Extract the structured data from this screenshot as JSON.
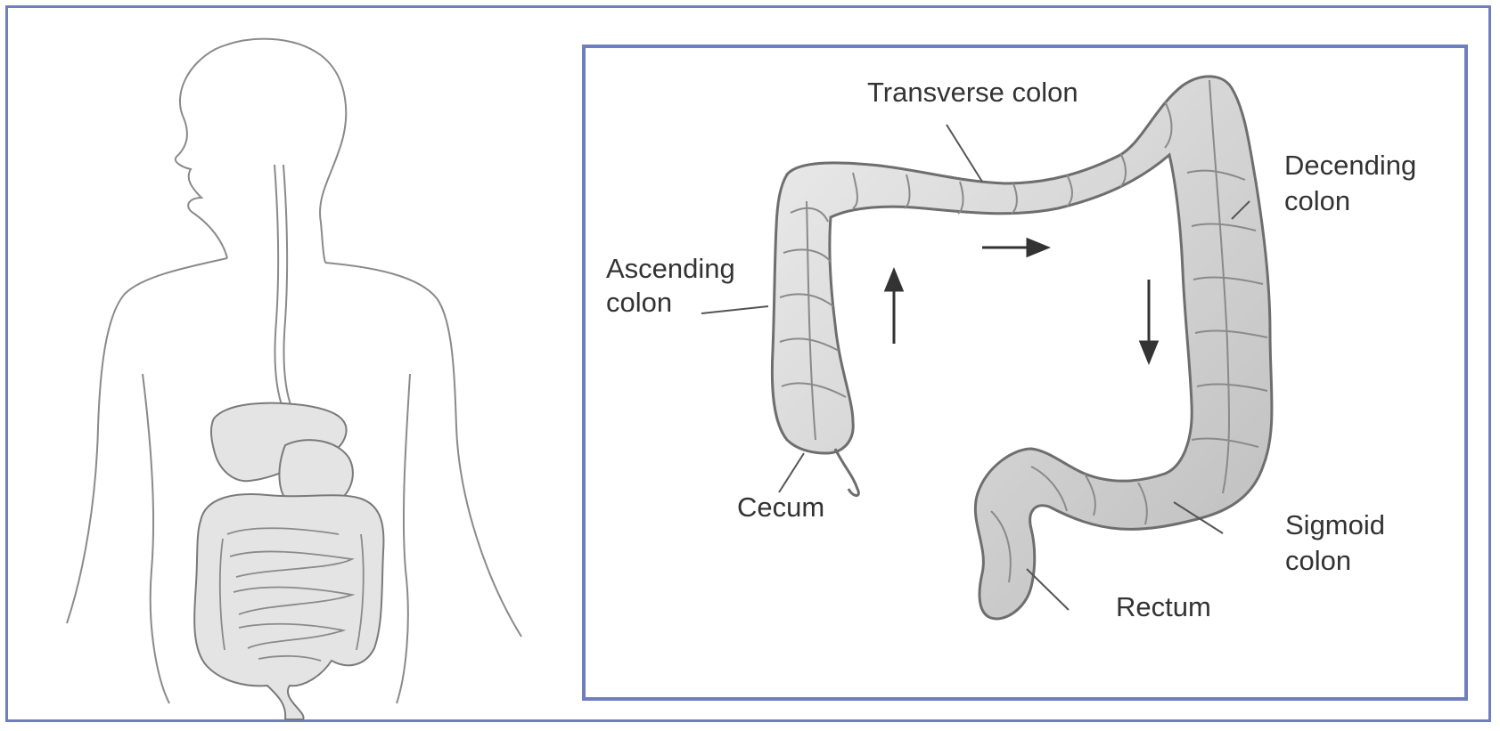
{
  "colors": {
    "border": "#6f7fbd",
    "line": "#7a7a7a",
    "organ": "#d6d6d6",
    "text": "#333333"
  },
  "labels": {
    "transverse": "Transverse colon",
    "descending_1": "Decending",
    "descending_2": "colon",
    "ascending_1": "Ascending",
    "ascending_2": "colon",
    "cecum": "Cecum",
    "sigmoid_1": "Sigmoid",
    "sigmoid_2": "colon",
    "rectum": "Rectum"
  }
}
